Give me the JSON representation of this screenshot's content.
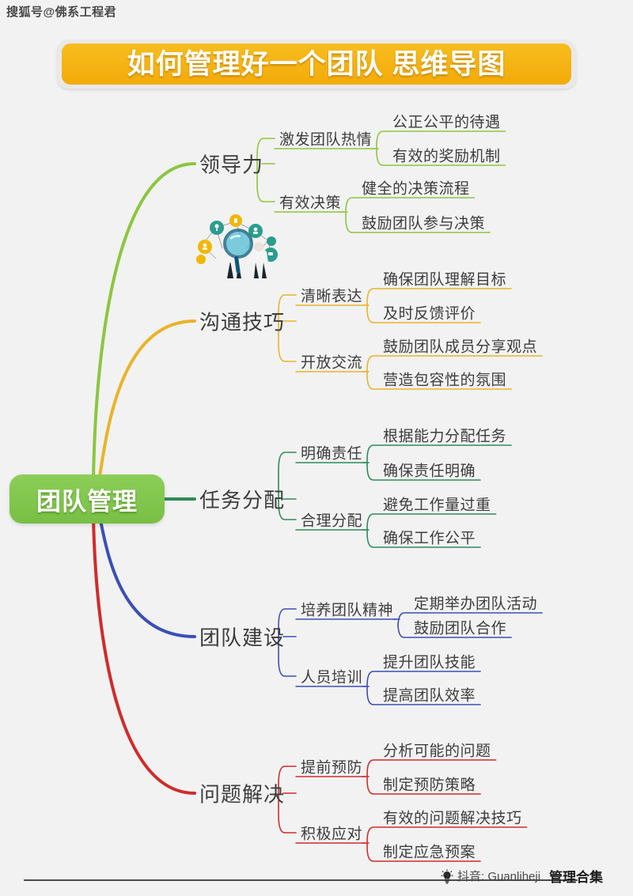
{
  "watermark": {
    "text": "搜狐号@佛系工程君"
  },
  "title": {
    "text": "如何管理好一个团队  思维导图",
    "bg_color": "#f5b81c",
    "text_color": "#ffffff"
  },
  "root": {
    "label": "团队管理",
    "bg_color": "#83c74f",
    "text_color": "#ffffff"
  },
  "illustration": {
    "name": "team-analysis-illustration"
  },
  "footer": {
    "icon": "lightbulb-icon",
    "douyin": "抖音: Guanliheji",
    "brand": "管理合集"
  },
  "branches": [
    {
      "label": "领导力",
      "color": "#8cc63f",
      "children": [
        {
          "label": "激发团队热情",
          "leaves": [
            "公正公平的待遇",
            "有效的奖励机制"
          ]
        },
        {
          "label": "有效决策",
          "leaves": [
            "健全的决策流程",
            "鼓励团队参与决策"
          ]
        }
      ]
    },
    {
      "label": "沟通技巧",
      "color": "#e8b42a",
      "children": [
        {
          "label": "清晰表达",
          "leaves": [
            "确保团队理解目标",
            "及时反馈评价"
          ]
        },
        {
          "label": "开放交流",
          "leaves": [
            "鼓励团队成员分享观点",
            "营造包容性的氛围"
          ]
        }
      ]
    },
    {
      "label": "任务分配",
      "color": "#2e8b57",
      "children": [
        {
          "label": "明确责任",
          "leaves": [
            "根据能力分配任务",
            "确保责任明确"
          ]
        },
        {
          "label": "合理分配",
          "leaves": [
            "避免工作量过重",
            "确保工作公平"
          ]
        }
      ]
    },
    {
      "label": "团队建设",
      "color": "#3b4fb5",
      "children": [
        {
          "label": "培养团队精神",
          "leaves": [
            "定期举办团队活动",
            "鼓励团队合作"
          ]
        },
        {
          "label": "人员培训",
          "leaves": [
            "提升团队技能",
            "提高团队效率"
          ]
        }
      ]
    },
    {
      "label": "问题解决",
      "color": "#d12b2b",
      "children": [
        {
          "label": "提前预防",
          "leaves": [
            "分析可能的问题",
            "制定预防策略"
          ]
        },
        {
          "label": "积极应对",
          "leaves": [
            "有效的问题解决技巧",
            "制定应急预案"
          ]
        }
      ]
    }
  ]
}
